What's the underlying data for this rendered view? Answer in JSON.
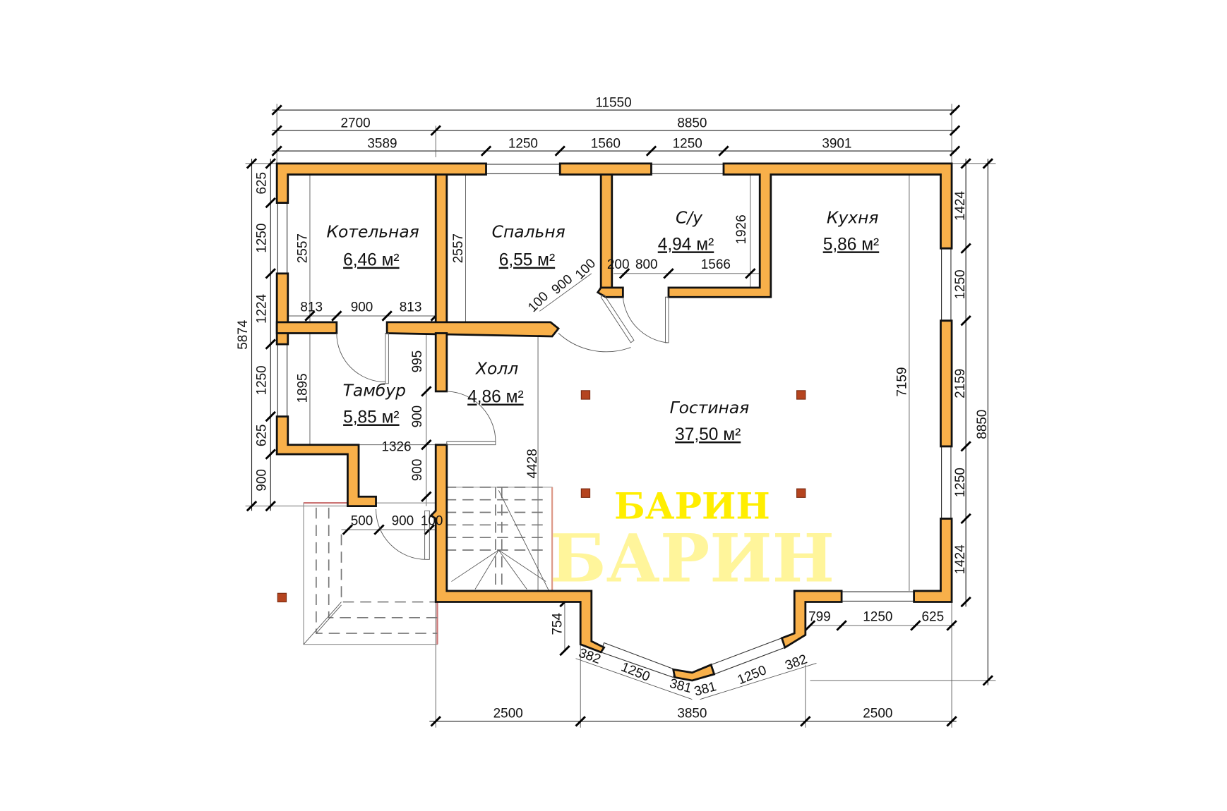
{
  "rooms": [
    {
      "name": "Котельная",
      "area": "6,46 м²"
    },
    {
      "name": "Спальня",
      "area": "6,55 м²"
    },
    {
      "name": "С/у",
      "area": "4,94 м²"
    },
    {
      "name": "Кухня",
      "area": "5,86 м²"
    },
    {
      "name": "Холл",
      "area": "4,86 м²"
    },
    {
      "name": "Тамбур",
      "area": "5,85 м²"
    },
    {
      "name": "Гостиная",
      "area": "37,50 м²"
    }
  ],
  "watermark": "БАРИН",
  "colors": {
    "wall": "#f8b04a",
    "column": "#b5441f",
    "watermark": "#ffee00"
  },
  "dims": [
    "11550",
    "2700",
    "8850",
    "3589",
    "1250",
    "1560",
    "1250",
    "3901",
    "625",
    "1250",
    "1224",
    "1250",
    "625",
    "900",
    "5874",
    "1424",
    "1250",
    "2159",
    "1250",
    "1424",
    "8850",
    "2557",
    "2557",
    "813",
    "900",
    "813",
    "1926",
    "200",
    "800",
    "1566",
    "100",
    "900",
    "100",
    "995",
    "1895",
    "900",
    "1326",
    "900",
    "4428",
    "7159",
    "500",
    "900",
    "100",
    "754",
    "382",
    "1250",
    "381",
    "381",
    "1250",
    "382",
    "799",
    "1250",
    "625",
    "2500",
    "3850",
    "2500"
  ]
}
